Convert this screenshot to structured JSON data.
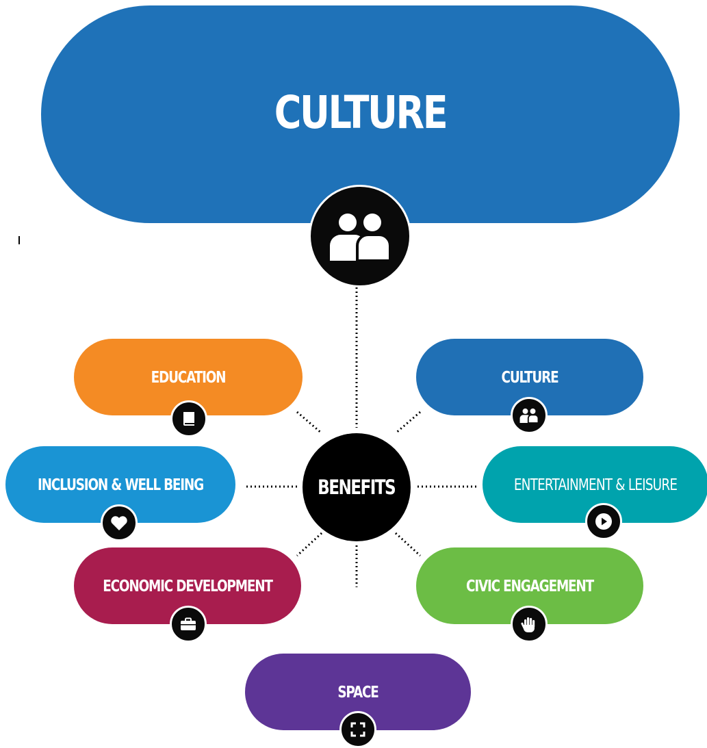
{
  "title": {
    "label": "CULTURE",
    "color": "#1f72b8",
    "icon": "people-icon"
  },
  "hub": {
    "label": "BENEFITS",
    "color": "#000000"
  },
  "categories": {
    "education": {
      "label": "EDUCATION",
      "color": "#f48b24",
      "icon": "book-icon"
    },
    "culture": {
      "label": "CULTURE",
      "color": "#2070b5",
      "icon": "people-icon"
    },
    "inclusion": {
      "label": "INCLUSION & WELL BEING",
      "color": "#1a94d4",
      "icon": "heart-icon"
    },
    "entertainment": {
      "label": "ENTERTAINMENT & LEISURE",
      "color": "#00a3ad",
      "icon": "play-icon"
    },
    "economic": {
      "label": "ECONOMIC DEVELOPMENT",
      "color": "#a81d4e",
      "icon": "briefcase-icon"
    },
    "civic": {
      "label": "CIVIC ENGAGEMENT",
      "color": "#6cbd45",
      "icon": "hand-icon"
    },
    "space": {
      "label": "SPACE",
      "color": "#5d3596",
      "icon": "frame-corners-icon"
    }
  }
}
